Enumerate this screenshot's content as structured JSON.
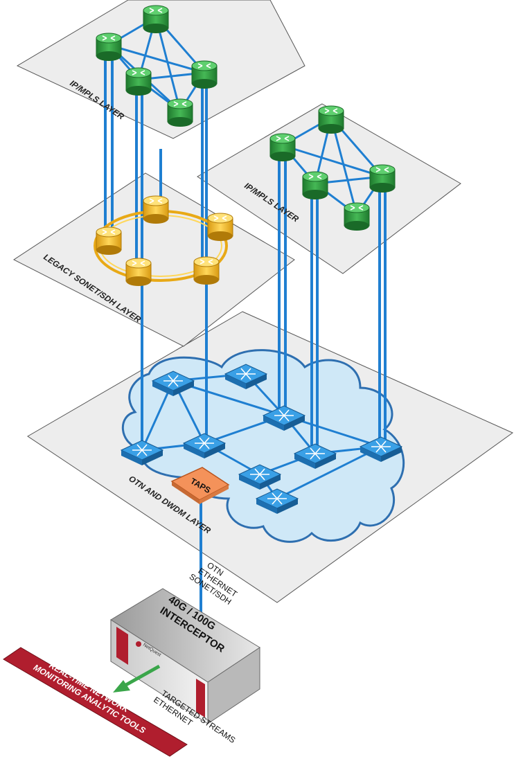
{
  "layers": {
    "ip_mpls_left": "IP/MPLS LAYER",
    "ip_mpls_right": "IP/MPLS LAYER",
    "sonet": "LEGACY SONET/SDH LAYER",
    "otn": "OTN AND DWDM LAYER"
  },
  "taps": "TAPS",
  "protocols": [
    "OTN",
    "ETHERNET",
    "SONET/SDH"
  ],
  "interceptor": {
    "line1": "40G / 100G",
    "line2": "INTERCEPTOR",
    "brand": "NetQuest"
  },
  "streams": [
    "TARGETED STREAMS",
    "ETHERNET"
  ],
  "tools_banner": [
    "REAL-TIME NETWORK",
    "MONITORING ANALYTIC TOOLS"
  ],
  "colors": {
    "plane": "#ededed",
    "router": "#2e9e3f",
    "sonet_node": "#f2c12e",
    "otn_node": "#2e8fd6",
    "link": "#1f7fd1",
    "cloud": "#cfe8f7",
    "taps": "#f4925a",
    "banner": "#b01e2e"
  }
}
